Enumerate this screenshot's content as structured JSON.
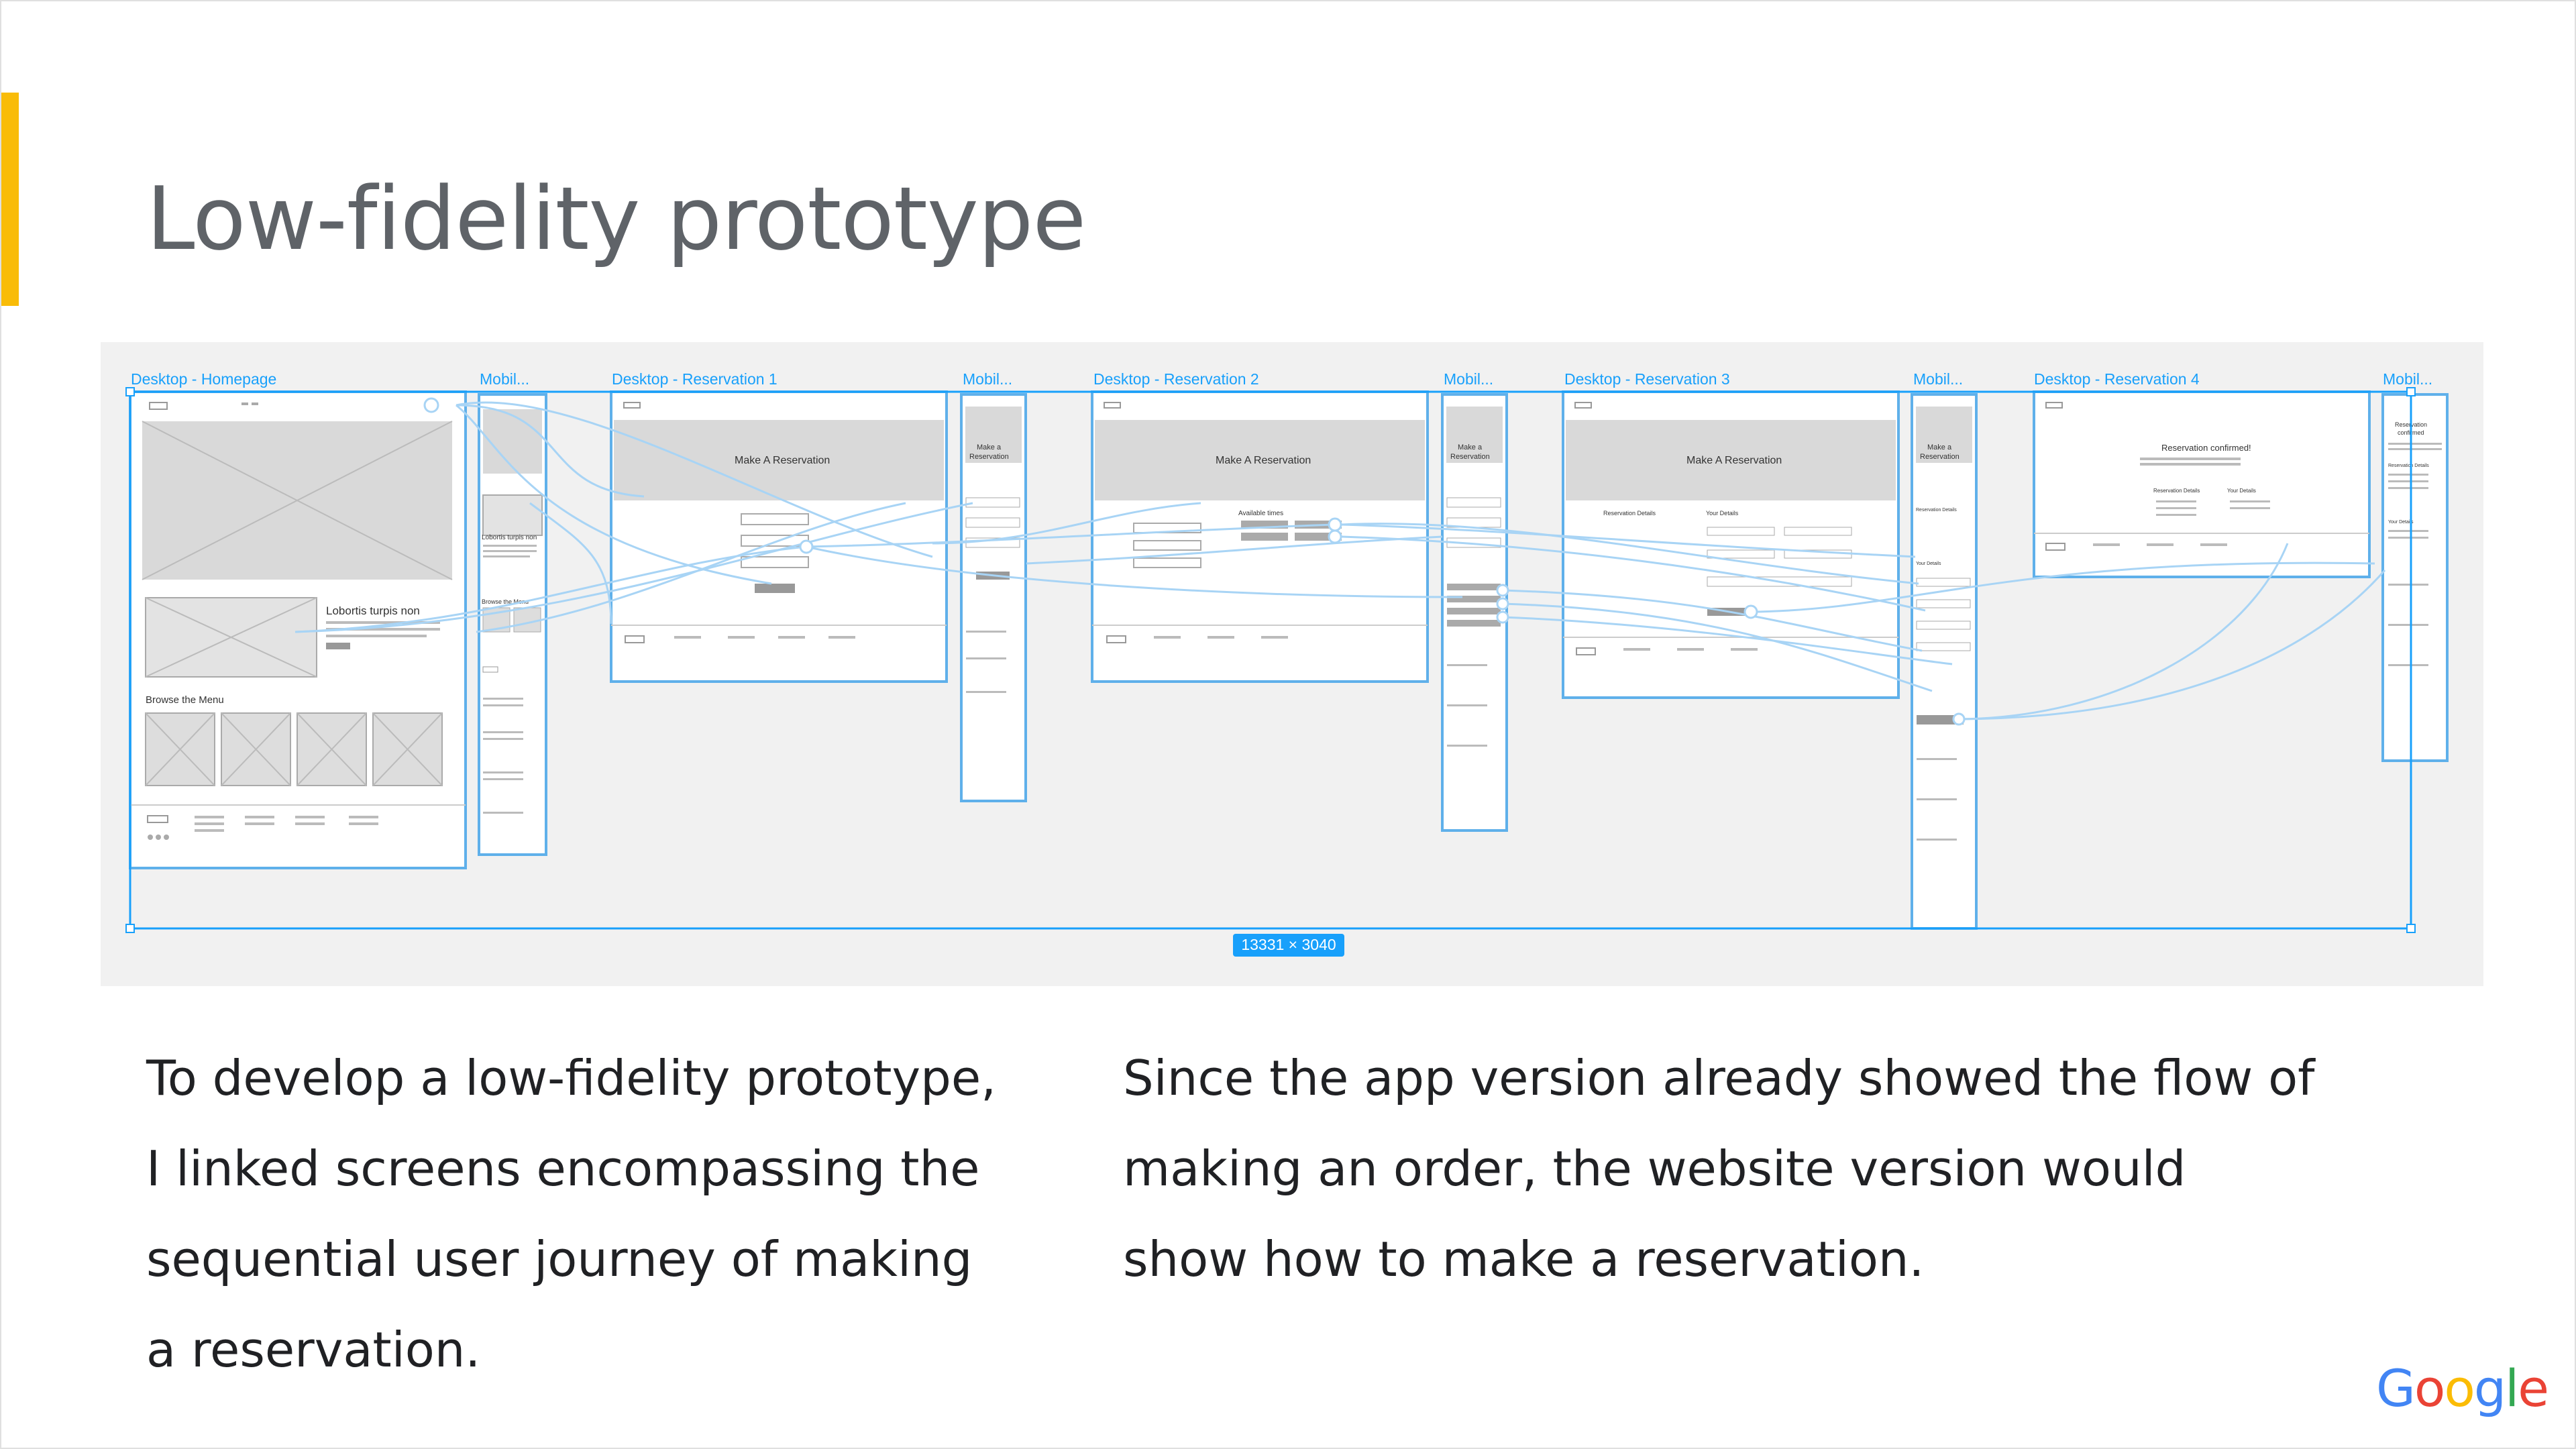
{
  "slide": {
    "title": "Low-fidelity prototype",
    "accent_color": "#F9BC08",
    "left_paragraph": [
      "To develop a low-fidelity prototype,",
      "I linked screens encompassing the",
      "sequential user journey of making",
      "a reservation."
    ],
    "right_paragraph": [
      "Since the app version already showed the flow of",
      "making an order, the website version would",
      "show how to make a reservation."
    ],
    "logo": [
      "G",
      "o",
      "o",
      "g",
      "l",
      "e"
    ],
    "logo_colors": [
      "#4285F4",
      "#EA4335",
      "#FBBC05",
      "#4285F4",
      "#34A853",
      "#EA4335"
    ]
  },
  "prototype": {
    "selection_color": "#18A0FB",
    "selection_size": "13331 × 3040",
    "frame_labels": [
      "Desktop - Homepage",
      "Mobil...",
      "Desktop - Reservation 1",
      "Mobil...",
      "Desktop - Reservation 2",
      "Mobil...",
      "Desktop - Reservation 3",
      "Mobil...",
      "Desktop - Reservation 4",
      "Mobil..."
    ],
    "home": {
      "hero_title": "Lobortis turpis non",
      "menu_heading": "Browse the Menu"
    },
    "mobile_home": {
      "heading": "Lobortis turpis non",
      "menu_heading": "Browse the Menu"
    },
    "reservation_heading": "Make A Reservation",
    "mobile_reservation_heading": [
      "Make a",
      "Reservation"
    ],
    "available_times": "Available times",
    "confirmed_heading": "Reservation confirmed!",
    "mobile_confirmed": [
      "Reservation",
      "confirmed"
    ],
    "reservation_details": "Reservation Details",
    "your_details": "Your Details"
  }
}
